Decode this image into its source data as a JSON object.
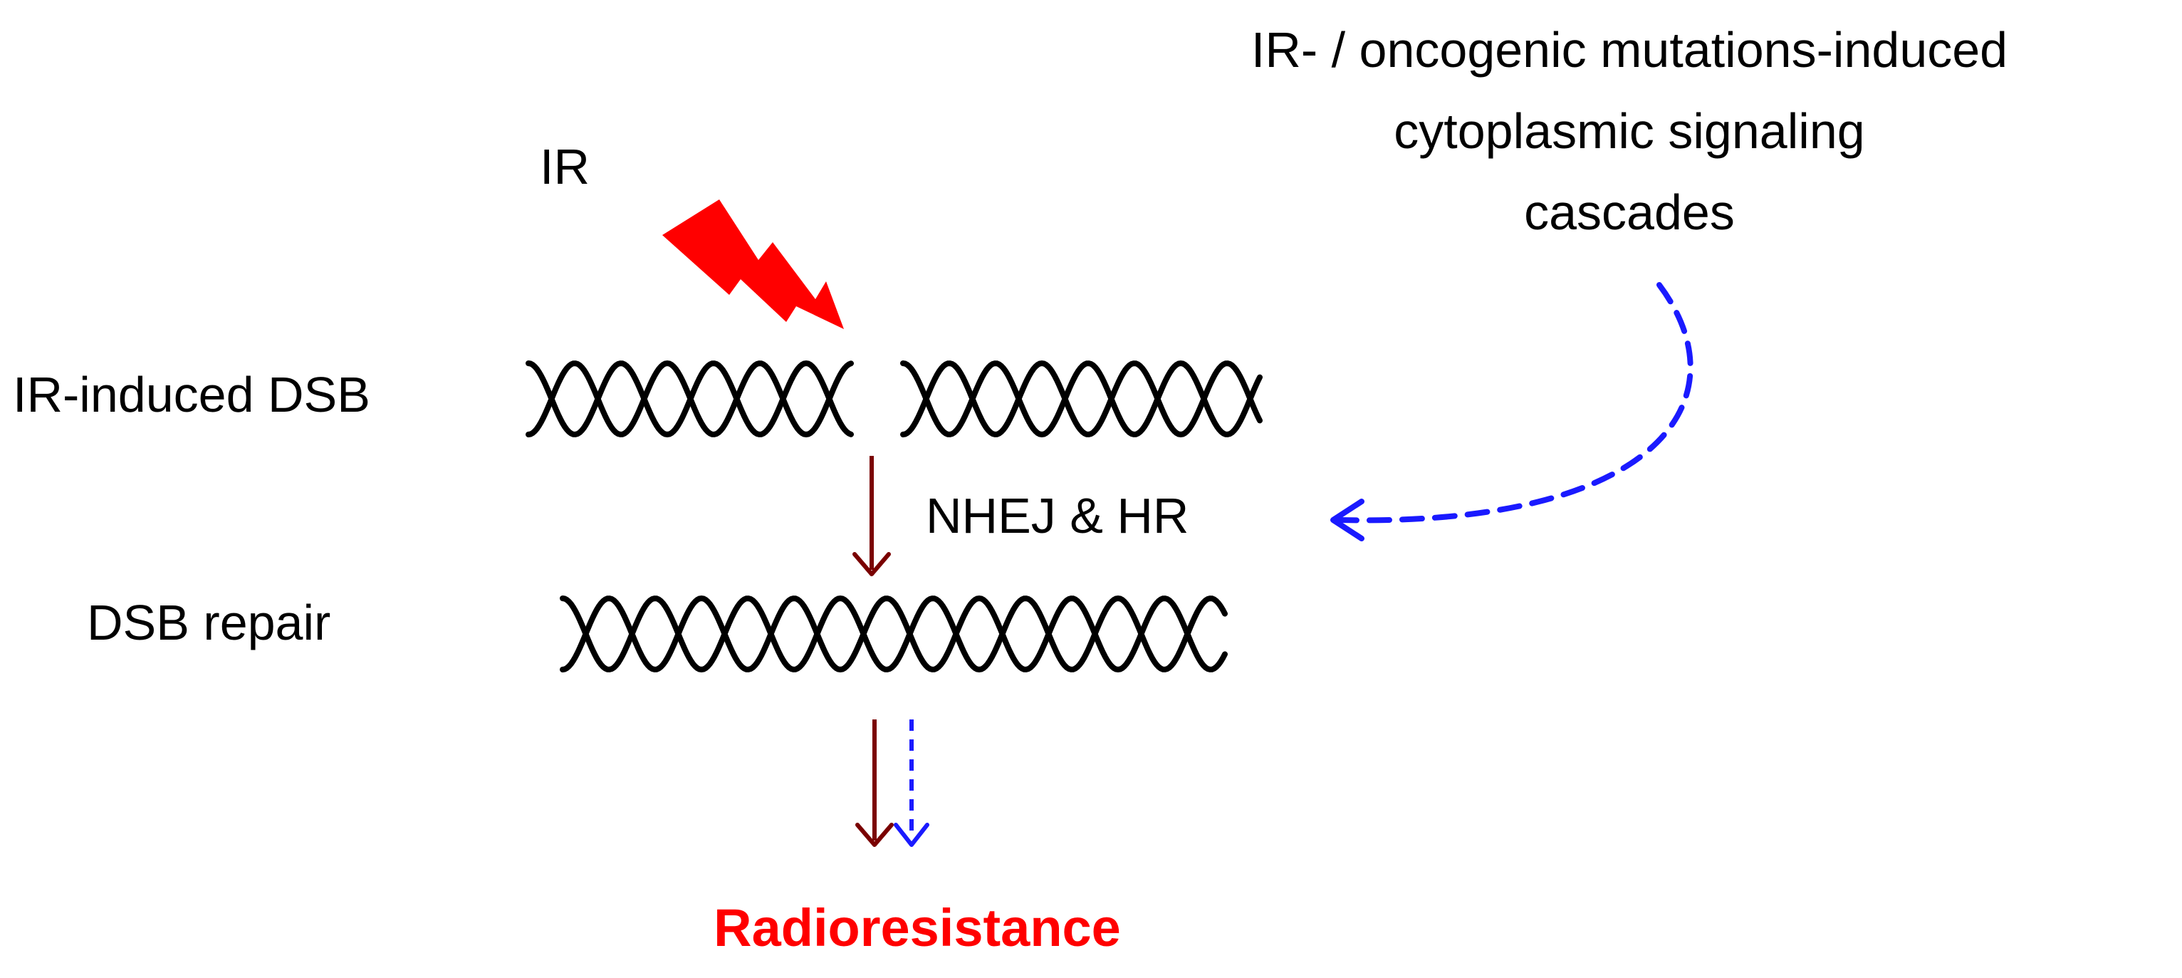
{
  "labels": {
    "ir": "IR",
    "ir_induced_dsb": "IR-induced DSB",
    "dsb_repair": "DSB repair",
    "nhej_hr": "NHEJ & HR",
    "radioresistance": "Radioresistance",
    "signaling_line1": "IR- / oncogenic mutations-induced",
    "signaling_line2": "cytoplasmic signaling",
    "signaling_line3": "cascades"
  },
  "colors": {
    "text": "#000000",
    "radioresistance": "#ff0000",
    "lightning": "#ff0000",
    "repair_arrow": "#7a0000",
    "signaling_arrow": "#1a1aff",
    "dna": "#000000"
  },
  "icons": {
    "radiation": "lightning-bolt",
    "dna": "double-helix"
  }
}
